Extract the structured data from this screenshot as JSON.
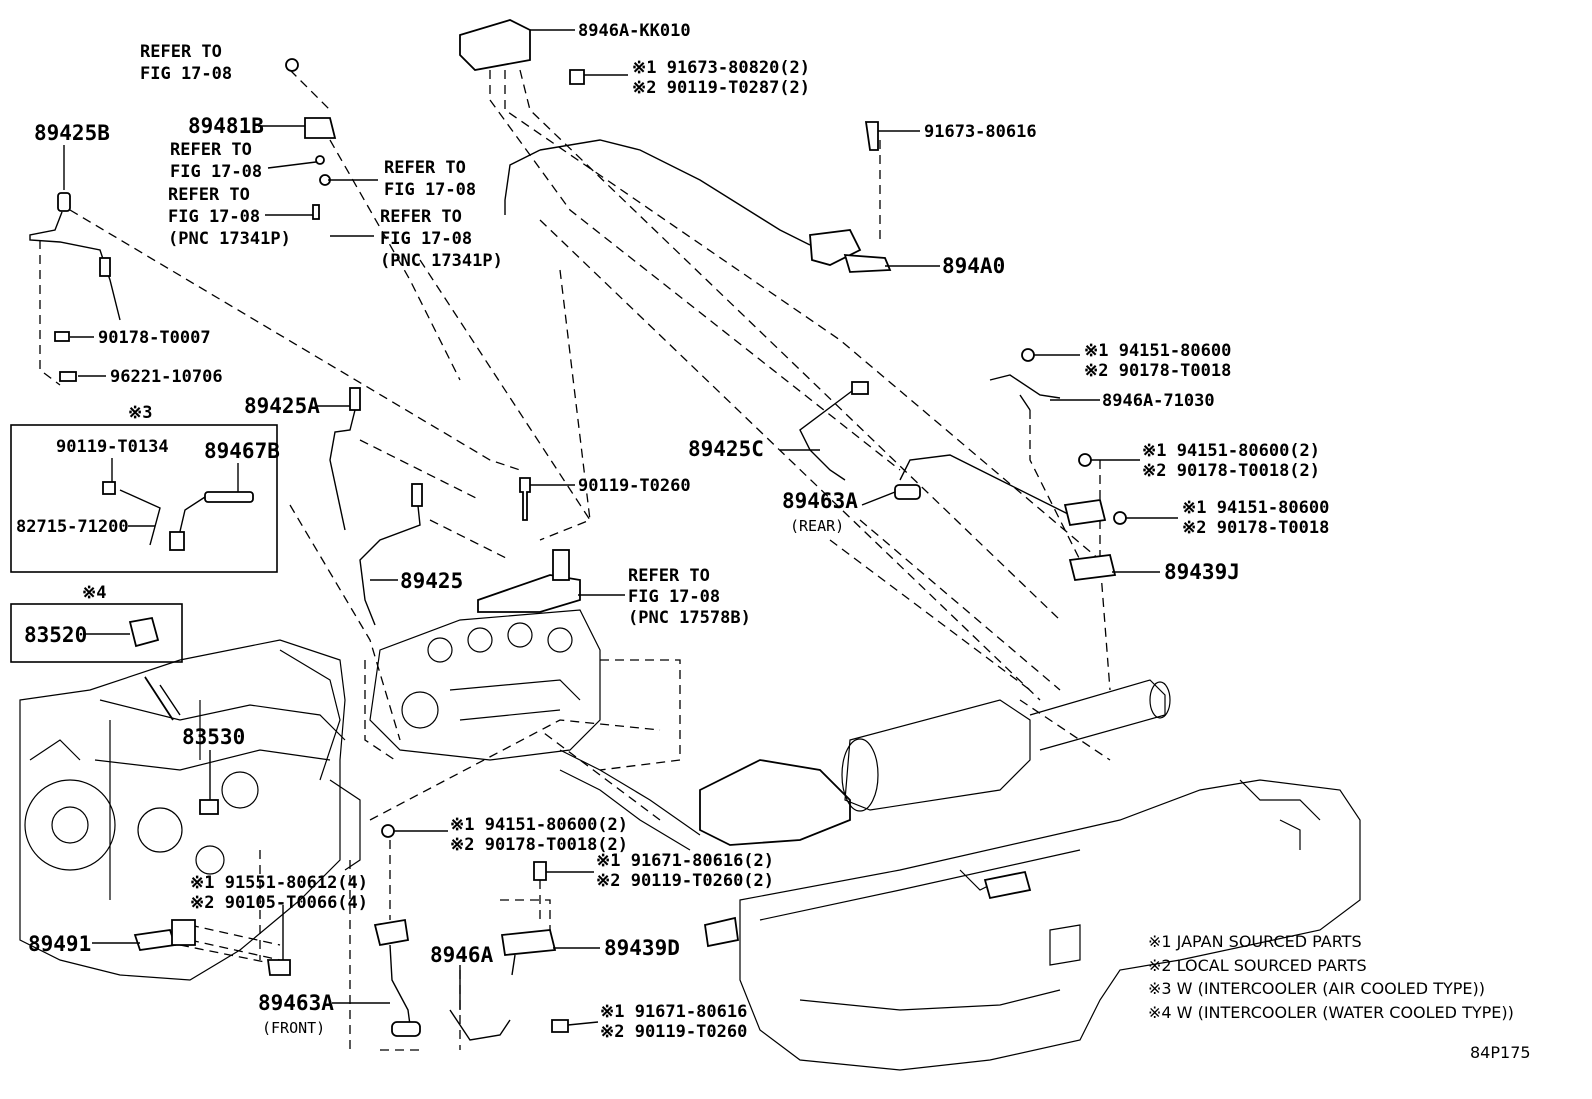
{
  "labels": {
    "refer_1": "REFER TO",
    "refer_1b": "FIG 17-08",
    "p89481B": "89481B",
    "refer_2": "REFER TO",
    "refer_2b": "FIG 17-08",
    "refer_3": "REFER TO",
    "refer_3b": "FIG 17-08",
    "pnc_1": "(PNC 17341P)",
    "refer_4": "REFER TO",
    "refer_4b": "FIG 17-08",
    "refer_5": "REFER TO",
    "refer_5b": "FIG 17-08",
    "pnc_2": "(PNC 17341P)",
    "p89425B": "89425B",
    "p90178_T0007": "90178-T0007",
    "p96221_10706": "96221-10706",
    "mark3": "※3",
    "p90119_T0134": "90119-T0134",
    "p89467B": "89467B",
    "p82715_71200": "82715-71200",
    "mark4": "※4",
    "p83520": "83520",
    "p83530": "83530",
    "p89425A": "89425A",
    "p90119_T0260": "90119-T0260",
    "p89425": "89425",
    "refer_6": "REFER TO",
    "refer_6b": "FIG 17-08",
    "pnc_3": "(PNC 17578B)",
    "p8946A_KK010": "8946A-KK010",
    "s1_91673_80820": "※1 91673-80820(2)",
    "s2_90119_T0287": "※2 90119-T0287(2)",
    "p91673_80616": "91673-80616",
    "p894A0": "894A0",
    "s1_94151_80600a": "※1 94151-80600",
    "s2_90178_T0018a": "※2 90178-T0018",
    "p8946A_71030": "8946A-71030",
    "p89425C": "89425C",
    "p89463A_rear": "89463A",
    "rear": "(REAR)",
    "s1_94151_80600b": "※1 94151-80600(2)",
    "s2_90178_T0018b": "※2 90178-T0018(2)",
    "s1_94151_80600c": "※1 94151-80600",
    "s2_90178_T0018c": "※2 90178-T0018",
    "p89439J": "89439J",
    "s1_94151_80600d": "※1 94151-80600(2)",
    "s2_90178_T0018d": "※2 90178-T0018(2)",
    "s1_91671_80616a": "※1 91671-80616(2)",
    "s2_90119_T0260a": "※2 90119-T0260(2)",
    "s1_91551_80612": "※1 91551-80612(4)",
    "s2_90105_T0066": "※2 90105-T0066(4)",
    "p89491": "89491",
    "p8946A": "8946A",
    "p89439D": "89439D",
    "p89463A_front": "89463A",
    "front": "(FRONT)",
    "s1_91671_80616b": "※1 91671-80616",
    "s2_90119_T0260b": "※2 90119-T0260"
  },
  "legend": [
    "※1 JAPAN SOURCED PARTS",
    "※2 LOCAL SOURCED PARTS",
    "※3 W (INTERCOOLER (AIR COOLED TYPE))",
    "※4 W (INTERCOOLER (WATER COOLED TYPE))"
  ],
  "figure_id": "84P175"
}
